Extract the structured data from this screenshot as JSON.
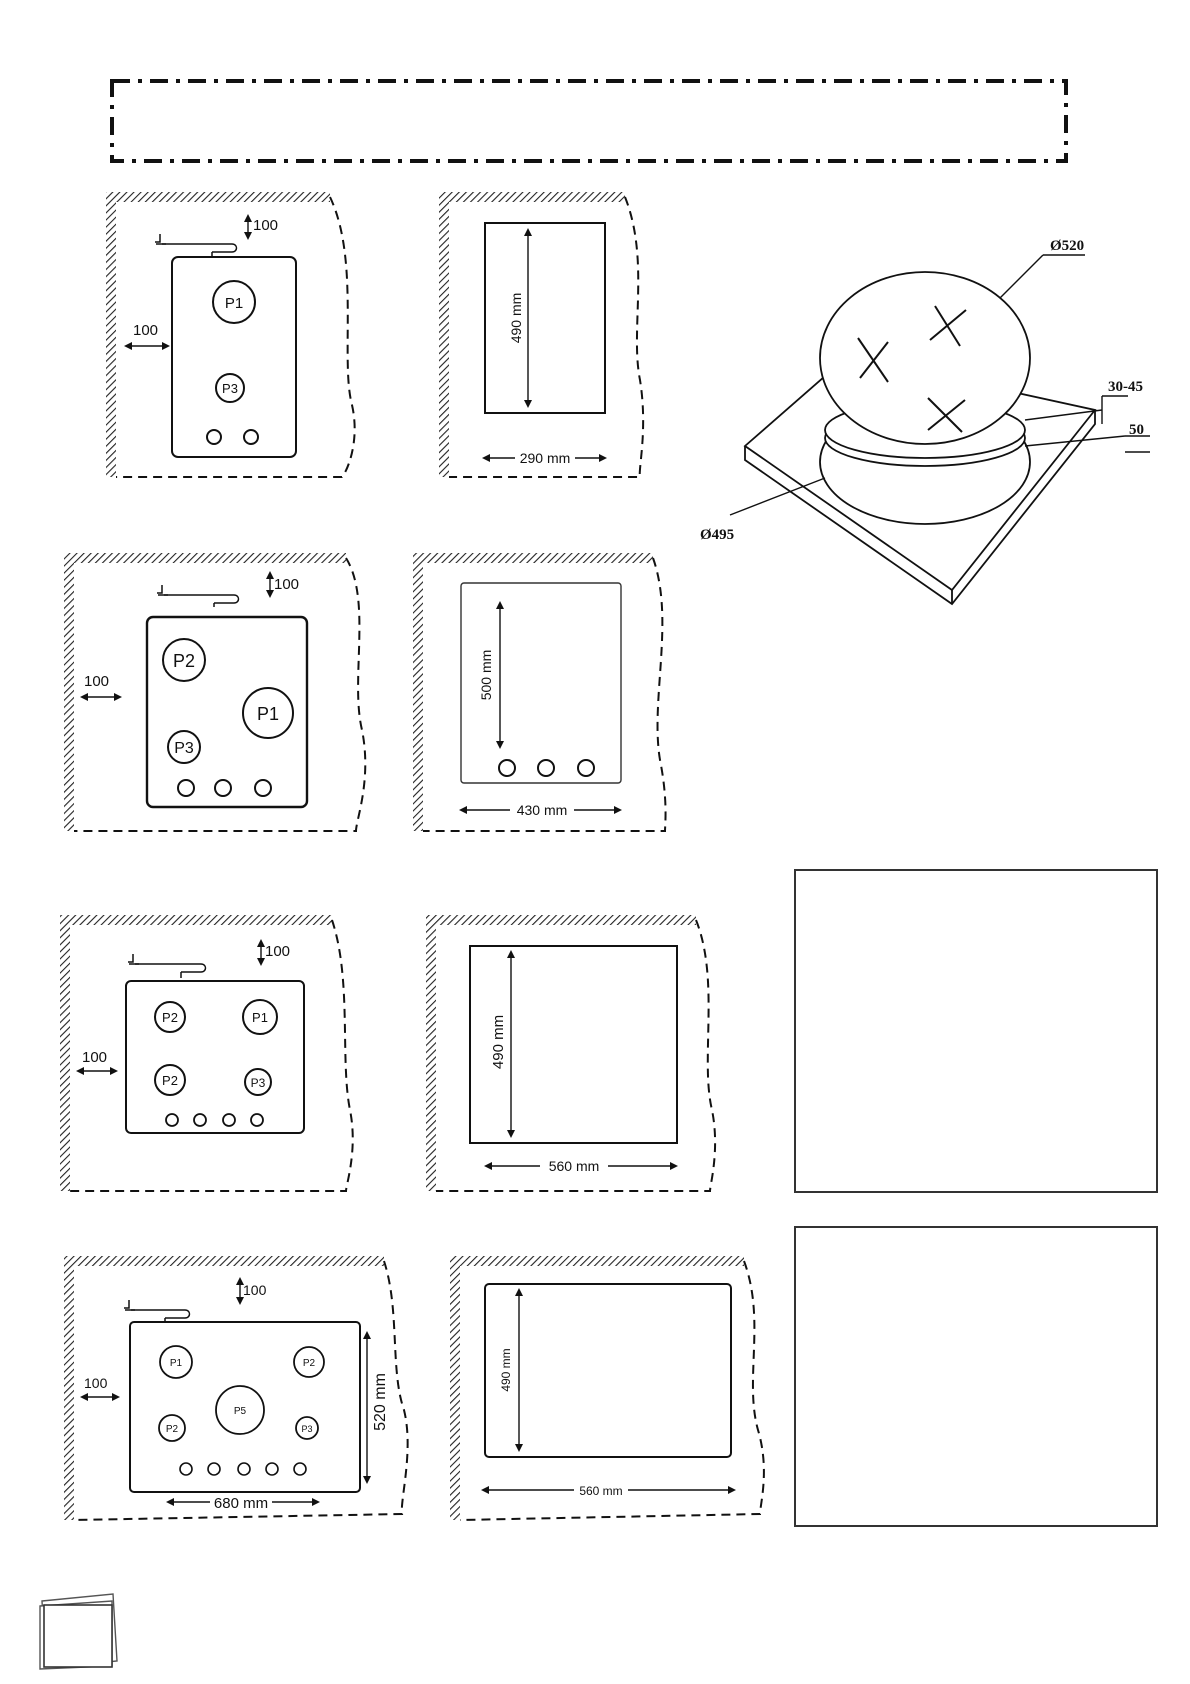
{
  "banner": {
    "text": ""
  },
  "row1": {
    "clearance_top": "100",
    "clearance_side": "100",
    "burners": [
      "P1",
      "P3"
    ],
    "cutout_height": "490 mm",
    "cutout_width": "290 mm"
  },
  "row2": {
    "clearance_top": "100",
    "clearance_side": "100",
    "burners": [
      "P2",
      "P1",
      "P3"
    ],
    "cutout_height": "500 mm",
    "cutout_width": "430 mm"
  },
  "row3": {
    "clearance_top": "100",
    "clearance_side": "100",
    "burners": [
      "P2",
      "P1",
      "P2",
      "P3"
    ],
    "cutout_height": "490 mm",
    "cutout_width": "560 mm"
  },
  "row4": {
    "clearance_top": "100",
    "clearance_side": "100",
    "burners": [
      "P1",
      "P2",
      "P5",
      "P2",
      "P3"
    ],
    "hob_height": "520 mm",
    "hob_width": "680 mm",
    "cutout_height": "490 mm",
    "cutout_width": "560 mm"
  },
  "round_hob": {
    "top_diameter": "Ø520",
    "cut_diameter": "Ø495",
    "depth_range": "30-45",
    "thickness": "50"
  },
  "notes_box_1": {
    "lines": []
  },
  "notes_box_2": {
    "lines": []
  }
}
